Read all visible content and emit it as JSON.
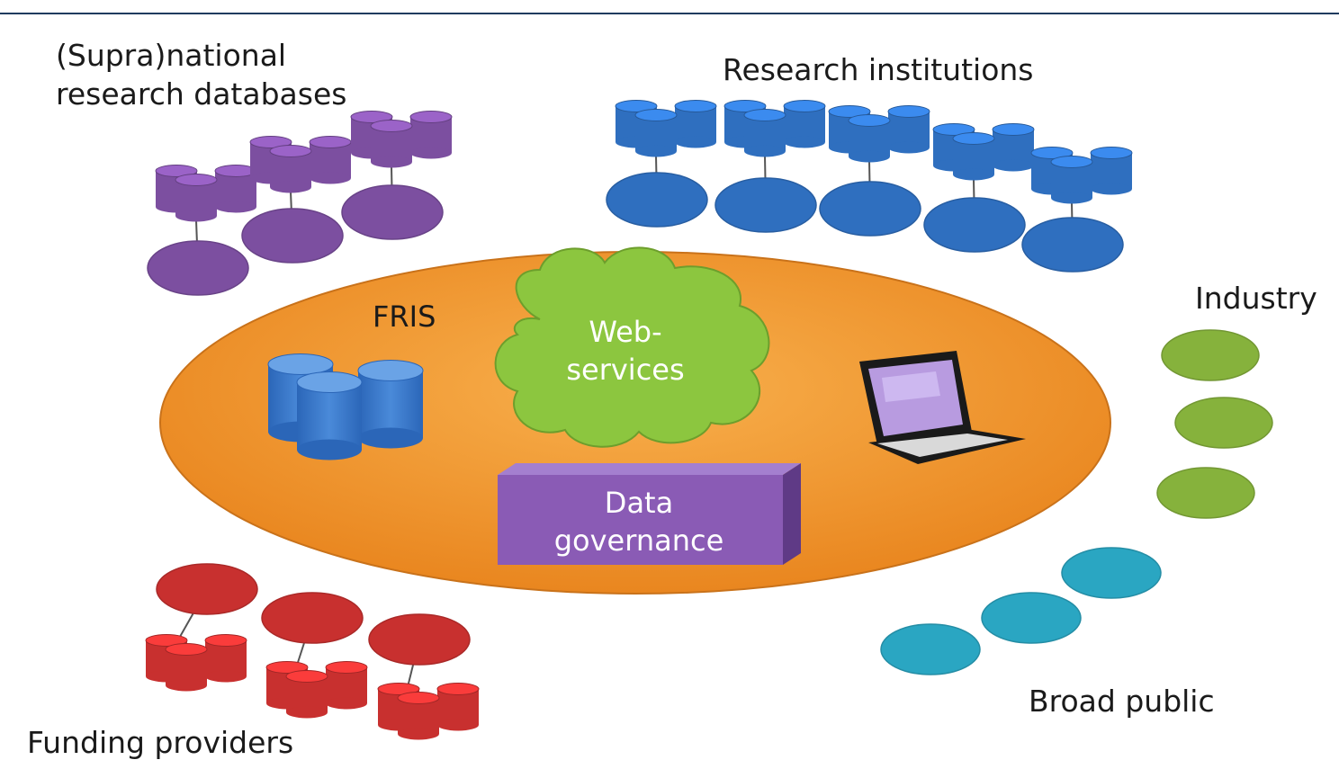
{
  "labels": {
    "supranational_line1": "(Supra)national",
    "supranational_line2": "research databases",
    "research_institutions": "Research institutions",
    "industry": "Industry",
    "broad_public": "Broad public",
    "funding_providers": "Funding providers",
    "fris": "FRIS",
    "web_services_line1": "Web-",
    "web_services_line2": "services",
    "data_governance_line1": "Data",
    "data_governance_line2": "governance"
  },
  "colors": {
    "ellipse": "#f39a2e",
    "purple": "#7c4fa0",
    "blue": "#2f6fbf",
    "green": "#86b23c",
    "cyan": "#2aa6c2",
    "red": "#c8302f",
    "cloud": "#8cc63f",
    "box": "#8a5bb5"
  },
  "icons": [
    "database-icon",
    "laptop-icon",
    "cloud-shape"
  ]
}
